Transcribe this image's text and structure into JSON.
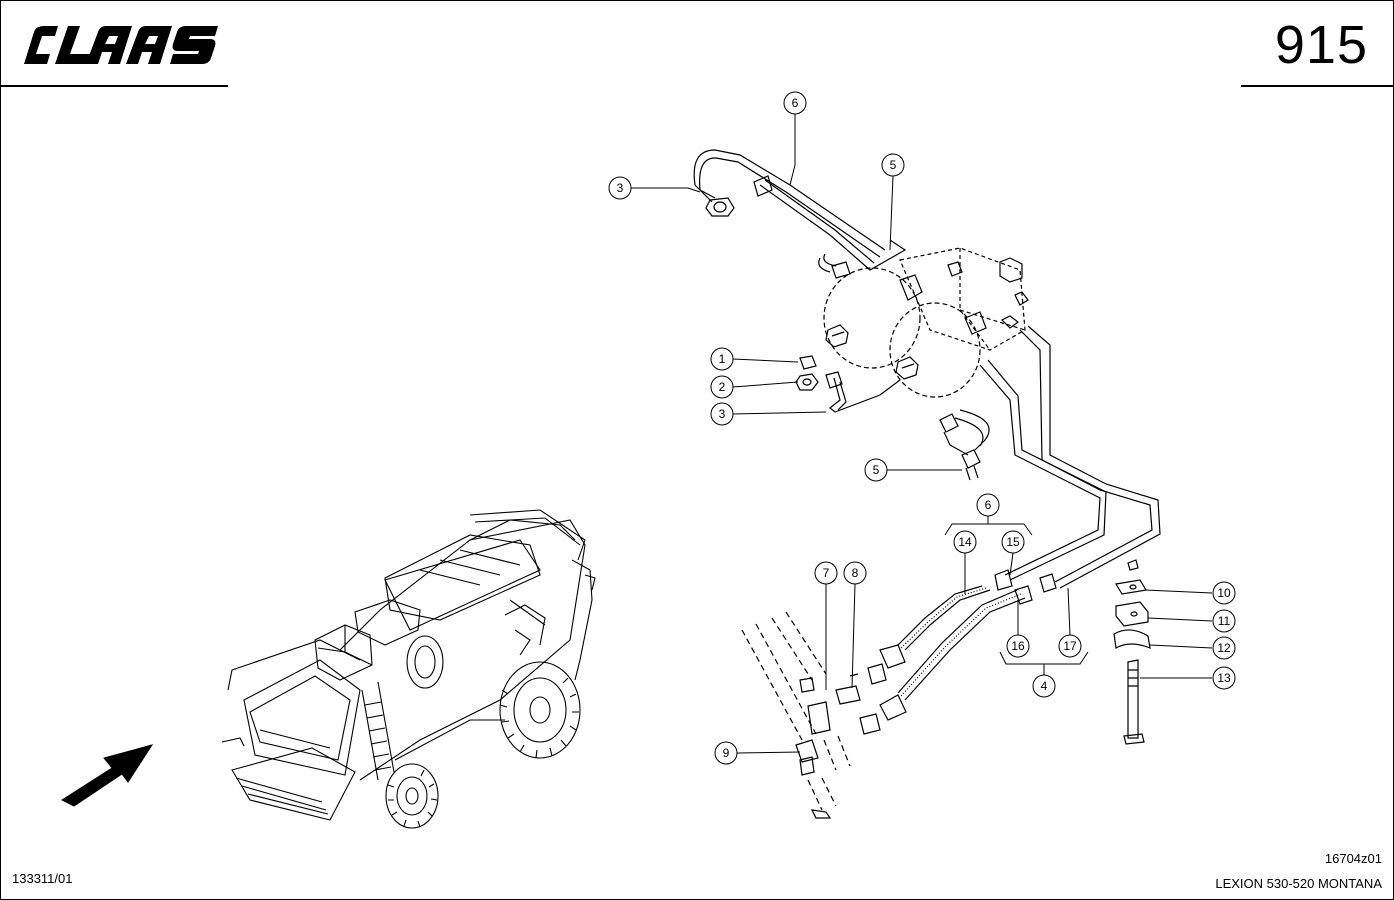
{
  "header": {
    "brand": "CLAAS",
    "page_number": "915"
  },
  "footer": {
    "figure_id": "133311/01",
    "drawing_code": "16704z01",
    "model": "LEXION 530-520 MONTANA"
  },
  "callouts": [
    {
      "id": "c-6a",
      "label": "6"
    },
    {
      "id": "c-5a",
      "label": "5"
    },
    {
      "id": "c-3a",
      "label": "3"
    },
    {
      "id": "c-1",
      "label": "1"
    },
    {
      "id": "c-2",
      "label": "2"
    },
    {
      "id": "c-3b",
      "label": "3"
    },
    {
      "id": "c-5b",
      "label": "5"
    },
    {
      "id": "c-6b",
      "label": "6"
    },
    {
      "id": "c-14",
      "label": "14"
    },
    {
      "id": "c-15",
      "label": "15"
    },
    {
      "id": "c-7",
      "label": "7"
    },
    {
      "id": "c-8",
      "label": "8"
    },
    {
      "id": "c-16",
      "label": "16"
    },
    {
      "id": "c-17",
      "label": "17"
    },
    {
      "id": "c-4",
      "label": "4"
    },
    {
      "id": "c-9",
      "label": "9"
    },
    {
      "id": "c-10",
      "label": "10"
    },
    {
      "id": "c-11",
      "label": "11"
    },
    {
      "id": "c-12",
      "label": "12"
    },
    {
      "id": "c-13",
      "label": "13"
    }
  ]
}
